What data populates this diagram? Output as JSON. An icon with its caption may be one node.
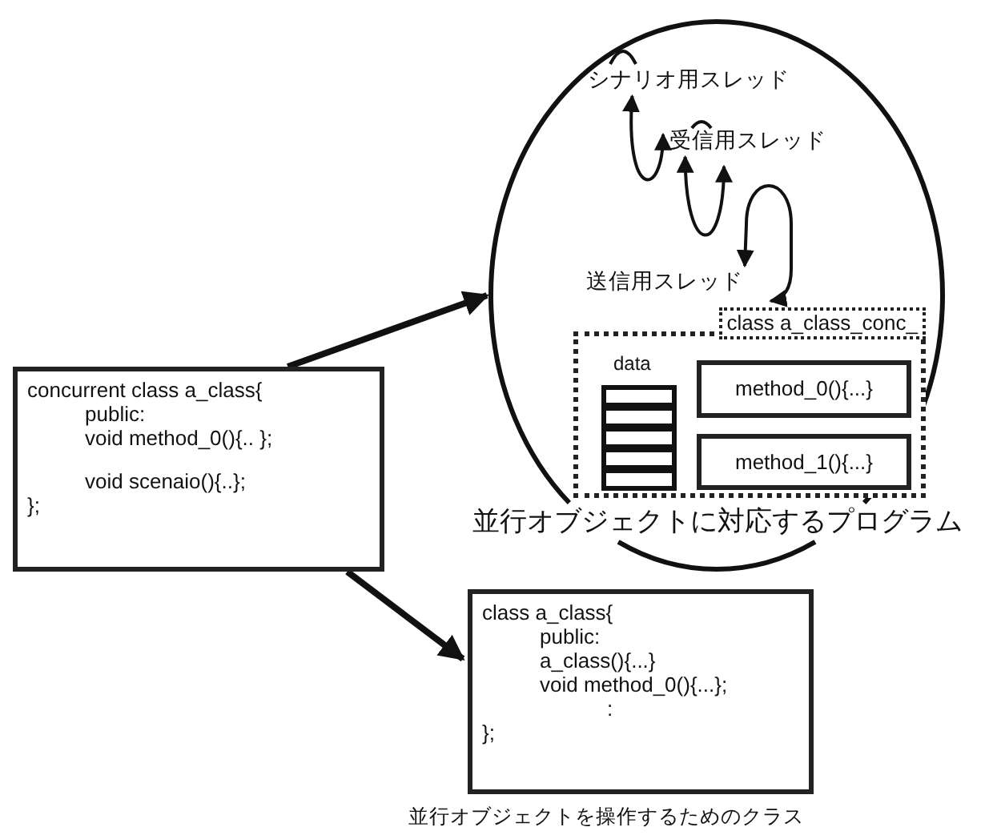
{
  "diagram": {
    "nodes": [
      {
        "text": [
          "concurrent class a_class{",
          "public:",
          "void method_0(){.. };",
          "void scenaio(){..};",
          "};"
        ]
      },
      {
        "text": [],
        "shape": "circle",
        "beside": [
          "並行オブジェクトに対応するプログラム"
        ]
      },
      {
        "text": [
          "シナリオ用スレッド"
        ],
        "in": 1
      },
      {
        "text": [
          "受信用スレッド"
        ],
        "in": 1
      },
      {
        "text": [
          "送信用スレッド"
        ],
        "in": 1
      },
      {
        "text": [
          "class a_class_conc_"
        ],
        "in": 1
      },
      {
        "text": [
          "data"
        ],
        "in": 5
      },
      {
        "text": [
          "method_0(){...}"
        ],
        "in": 5
      },
      {
        "text": [
          "method_1(){...}"
        ],
        "in": 5
      },
      {
        "text": [
          "class a_class{",
          "public:",
          "a_class(){...}",
          "void method_0(){...};",
          ":",
          "};"
        ],
        "beside": [
          "並行オブジェクトを操作するためのクラス"
        ]
      }
    ],
    "edges": [
      {
        "from": 0,
        "to": 1,
        "arrow": "to",
        "style": "thick"
      },
      {
        "from": 0,
        "to": 9,
        "arrow": "to",
        "style": "thick"
      },
      {
        "from": 2,
        "to": 3,
        "arrow": "both"
      },
      {
        "from": 3,
        "to": null,
        "arrow": "both"
      },
      {
        "from": 5,
        "to": 4,
        "arrow": "both"
      }
    ]
  }
}
